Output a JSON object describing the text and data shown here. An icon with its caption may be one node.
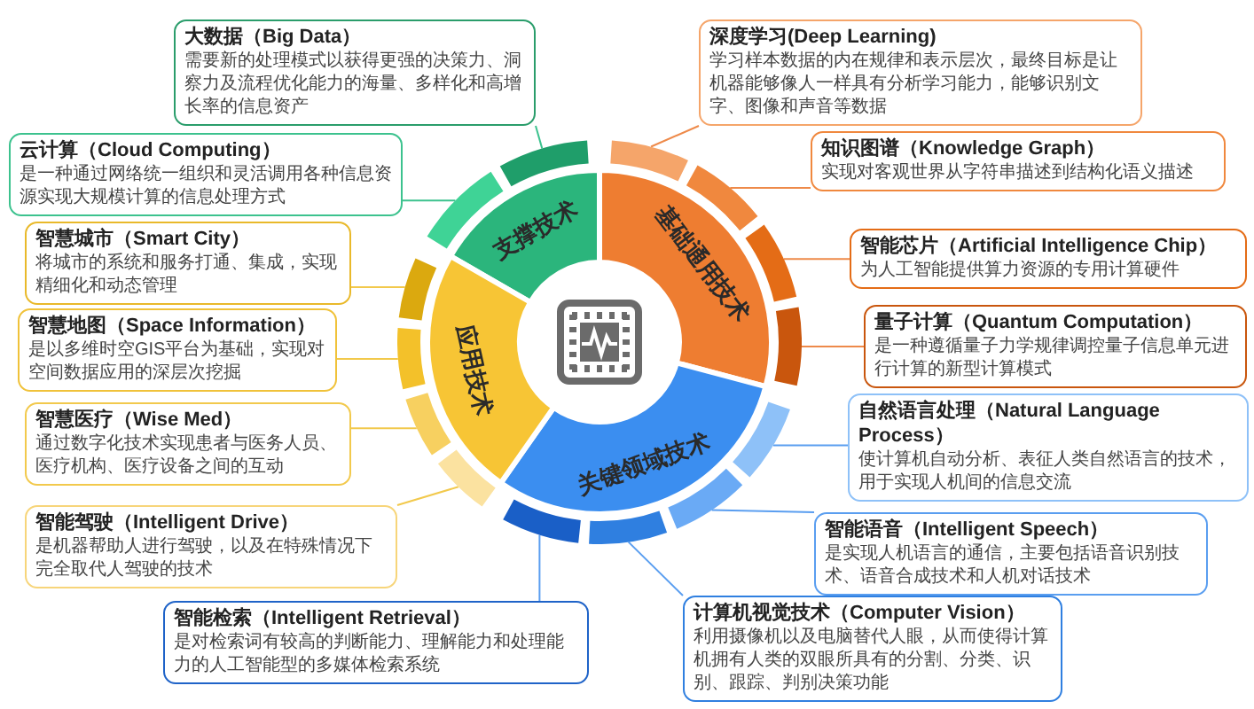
{
  "diagram": {
    "nodes": [
      {
        "text": [
          "支撑技术"
        ]
      },
      {
        "text": [
          "基础通用技术"
        ]
      },
      {
        "text": [
          "关键领域技术"
        ]
      },
      {
        "text": [
          "应用技术"
        ]
      },
      {
        "text": [
          "大数据（Big Data）",
          "需要新的处理模式以获得更强的决策力、洞察力及流程优化能力的海量、多样化和高增长率的信息资产"
        ]
      },
      {
        "text": [
          "云计算（Cloud Computing）",
          "是一种通过网络统一组织和灵活调用各种信息资源实现大规模计算的信息处理方式"
        ]
      },
      {
        "text": [
          "智慧城市（Smart City）",
          "将城市的系统和服务打通、集成，实现精细化和动态管理"
        ]
      },
      {
        "text": [
          "智慧地图（Space Information）",
          "是以多维时空GIS平台为基础，实现对空间数据应用的深层次挖掘"
        ]
      },
      {
        "text": [
          "智慧医疗（Wise Med）",
          "通过数字化技术实现患者与医务人员、医疗机构、医疗设备之间的互动"
        ]
      },
      {
        "text": [
          "智能驾驶（Intelligent Drive）",
          "是机器帮助人进行驾驶，以及在特殊情况下完全取代人驾驶的技术"
        ]
      },
      {
        "text": [
          "智能检索（Intelligent Retrieval）",
          "是对检索词有较高的判断能力、理解能力和处理能力的人工智能型的多媒体检索系统"
        ]
      },
      {
        "text": [
          "计算机视觉技术（Computer Vision）",
          "利用摄像机以及电脑替代人眼，从而使得计算机拥有人类的双眼所具有的分割、分类、识别、跟踪、判别决策功能"
        ]
      },
      {
        "text": [
          "智能语音（Intelligent Speech）",
          "是实现人机语言的通信，主要包括语音识别技术、语音合成技术和人机对话技术"
        ]
      },
      {
        "text": [
          "自然语言处理（Natural Language Process）",
          "使计算机自动分析、表征人类自然语言的技术，用于实现人机间的信息交流"
        ]
      },
      {
        "text": [
          "量子计算（Quantum Computation）",
          "是一种遵循量子力学规律调控量子信息单元进行计算的新型计算模式"
        ]
      },
      {
        "text": [
          "智能芯片（Artificial Intelligence Chip）",
          "为人工智能提供算力资源的专用计算硬件"
        ]
      },
      {
        "text": [
          "知识图谱（Knowledge Graph）",
          "实现对客观世界从字符串描述到结构化语义描述"
        ]
      },
      {
        "text": [
          "深度学习(Deep Learning)",
          "学习样本数据的内在规律和表示层次，最终目标是让机器能够像人一样具有分析学习能力，能够识别文字、图像和声音等数据"
        ]
      },
      {
        "text": [],
        "shape": "arc"
      },
      {
        "text": [],
        "shape": "arc"
      },
      {
        "text": [],
        "shape": "arc"
      },
      {
        "text": [],
        "shape": "arc"
      },
      {
        "text": [],
        "shape": "arc"
      },
      {
        "text": [],
        "shape": "arc"
      },
      {
        "text": [],
        "shape": "arc"
      },
      {
        "text": [],
        "shape": "arc"
      },
      {
        "text": [],
        "shape": "arc"
      },
      {
        "text": [],
        "shape": "arc"
      },
      {
        "text": [],
        "shape": "arc"
      },
      {
        "text": [],
        "shape": "arc"
      },
      {
        "text": [],
        "shape": "arc"
      },
      {
        "text": [],
        "shape": "arc"
      }
    ],
    "edges": [
      {
        "from": 4,
        "to": 31,
        "arrow": "none",
        "color": "#3cc28e"
      },
      {
        "from": 5,
        "to": 30,
        "arrow": "none",
        "color": "#3cc28e"
      },
      {
        "from": 6,
        "to": 29,
        "arrow": "none",
        "color": "#f2c94c"
      },
      {
        "from": 7,
        "to": 28,
        "arrow": "none",
        "color": "#f2c94c"
      },
      {
        "from": 8,
        "to": 27,
        "arrow": "none",
        "color": "#f2c94c"
      },
      {
        "from": 9,
        "to": 26,
        "arrow": "none",
        "color": "#f2c94c"
      },
      {
        "from": 10,
        "to": 25,
        "arrow": "none",
        "color": "#5a9ef0"
      },
      {
        "from": 11,
        "to": 24,
        "arrow": "none",
        "color": "#5a9ef0"
      },
      {
        "from": 12,
        "to": 23,
        "arrow": "none",
        "color": "#5a9ef0"
      },
      {
        "from": 13,
        "to": 22,
        "arrow": "none",
        "color": "#5a9ef0"
      },
      {
        "from": 14,
        "to": 21,
        "arrow": "none",
        "color": "#ee8a4a"
      },
      {
        "from": 15,
        "to": 20,
        "arrow": "none",
        "color": "#ee8a4a"
      },
      {
        "from": 16,
        "to": 19,
        "arrow": "none",
        "color": "#ee8a4a"
      },
      {
        "from": 17,
        "to": 18,
        "arrow": "none",
        "color": "#ee8a4a"
      }
    ]
  }
}
